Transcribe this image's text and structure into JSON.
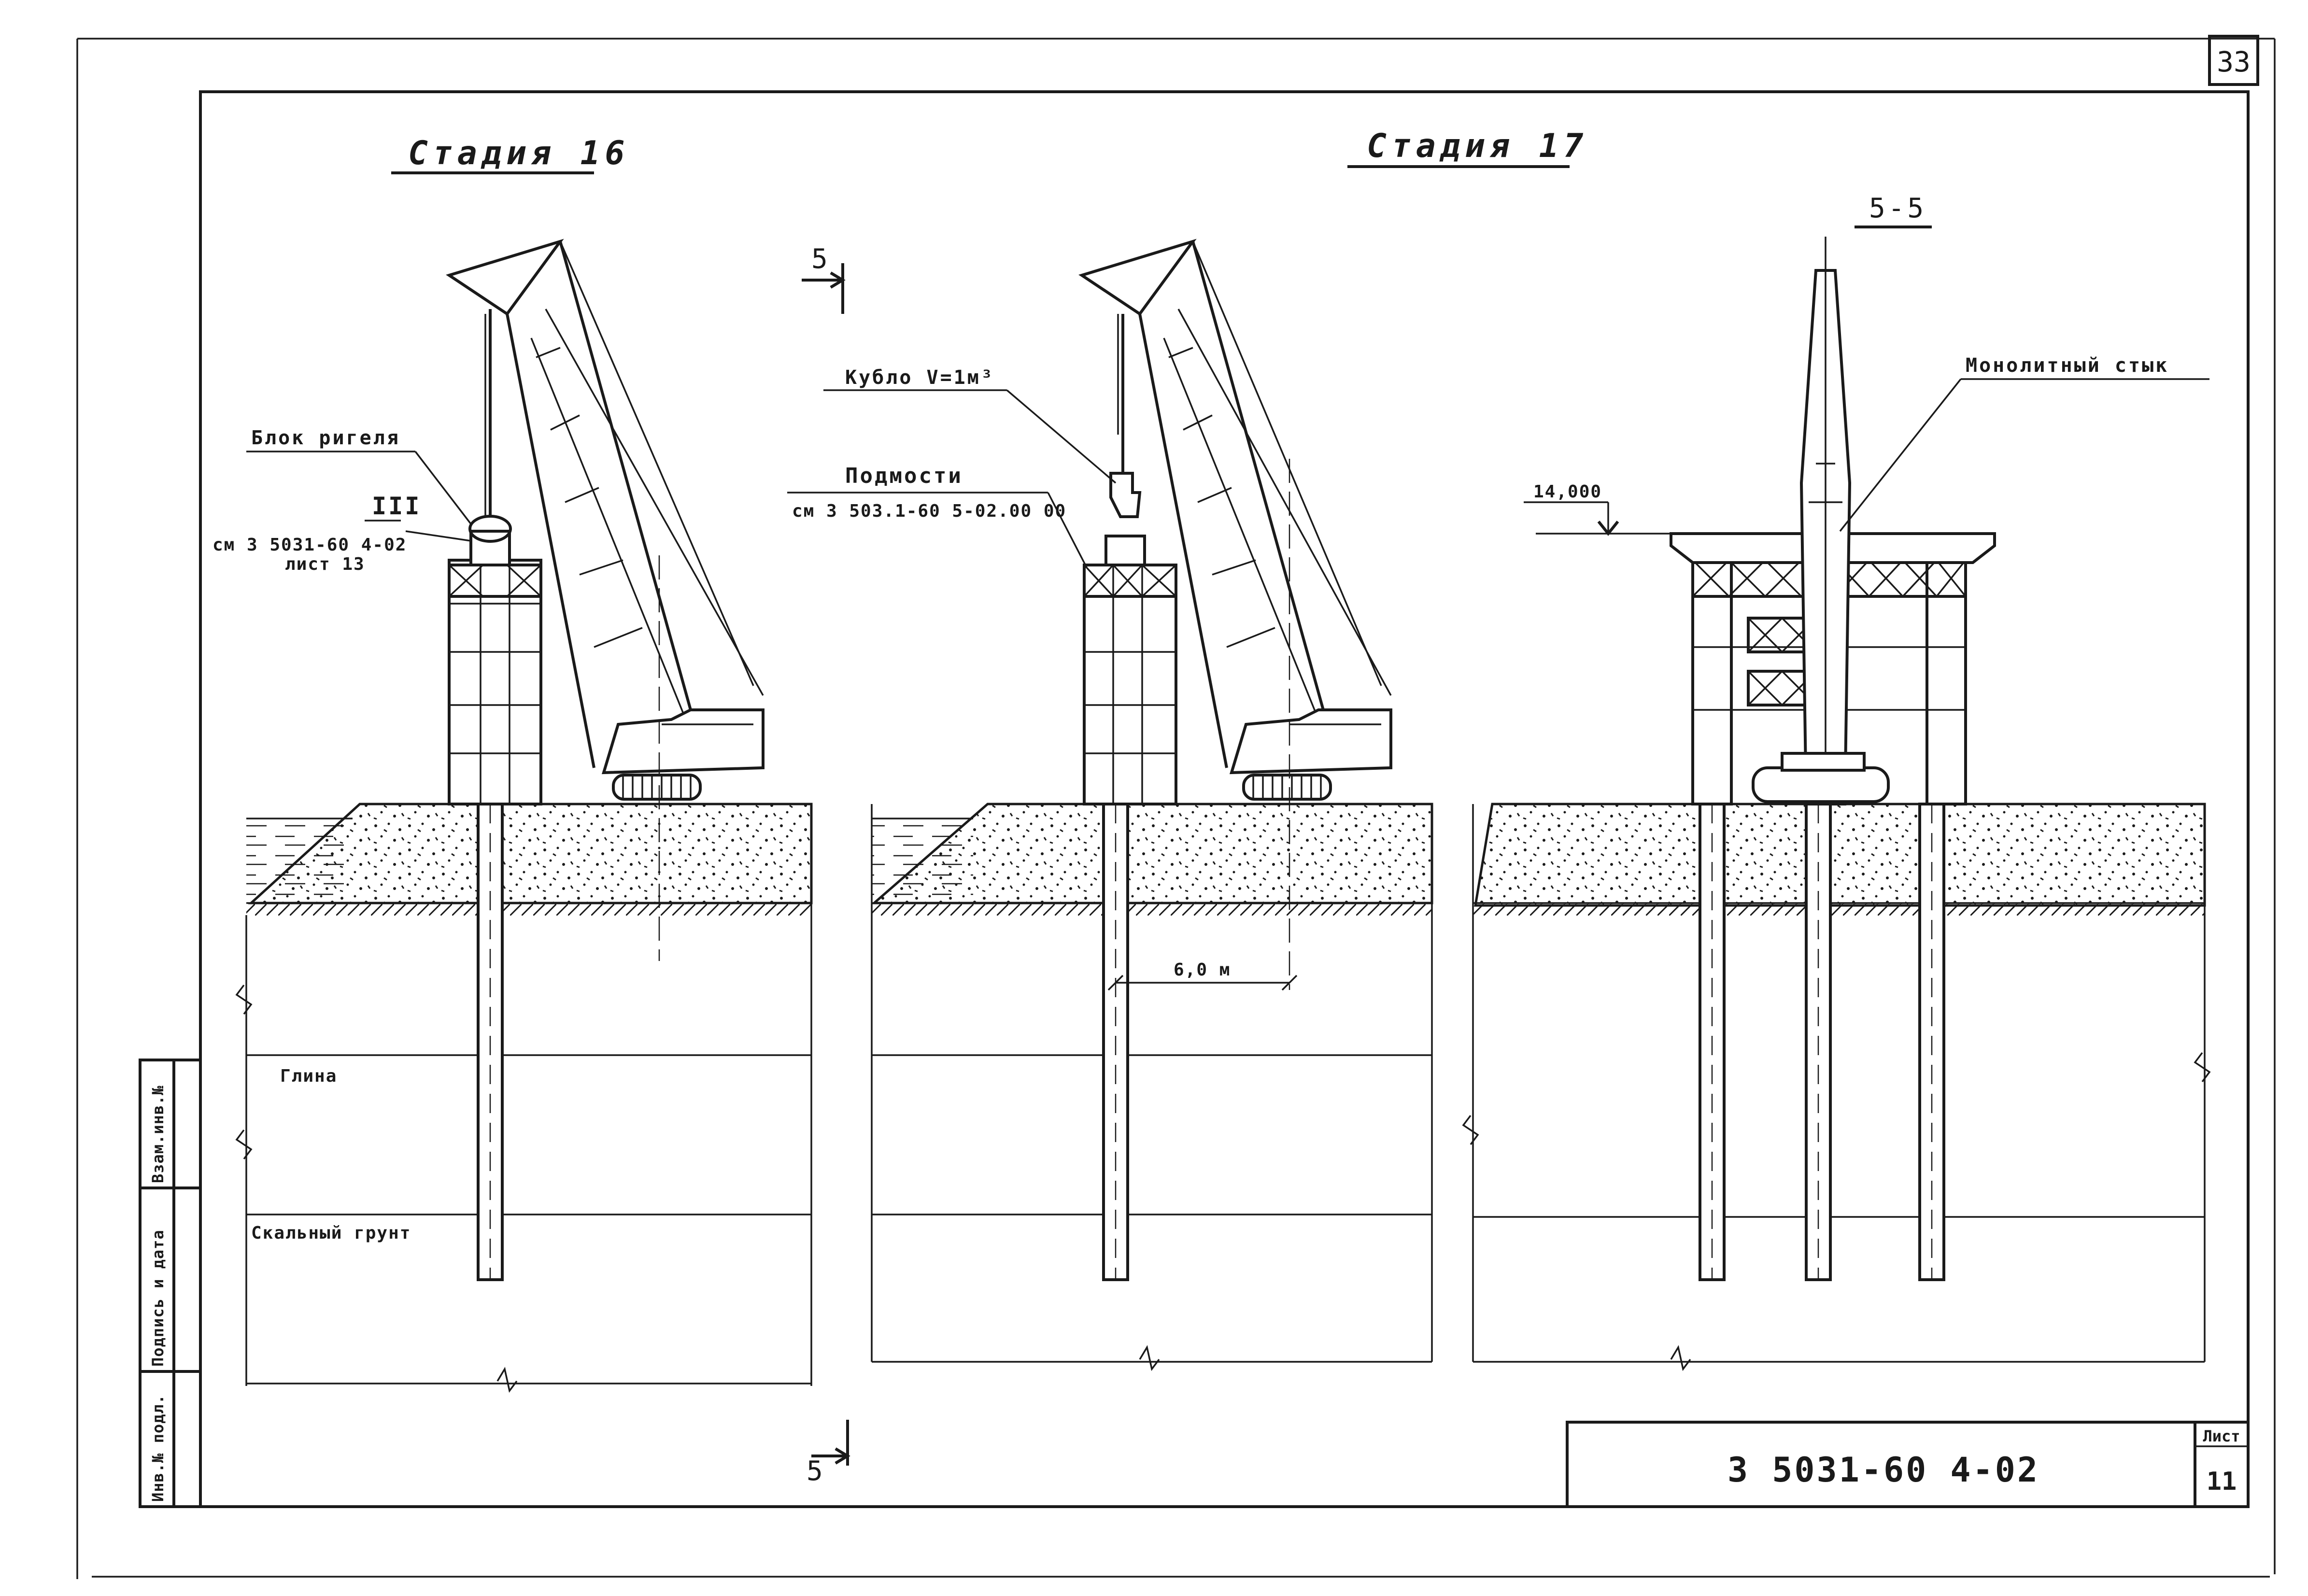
{
  "sheet": {
    "page_number": "33",
    "code": "3 5031-60 4-02",
    "sheet_label": "Лист",
    "sheet_number": "11"
  },
  "side_stamp": {
    "inv_orig": "Инв.№ подл.",
    "sign_date": "Подпись и дата",
    "replace_inv": "Взам.инв.№"
  },
  "stage16": {
    "title": "Стадия 16",
    "block_label": "Блок ригеля",
    "node_mark": "III",
    "ref_line1": "см 3 5031-60 4-02",
    "ref_line2": "лист 13"
  },
  "stage17": {
    "title": "Стадия 17",
    "bucket_label": "Кубло V=1м³",
    "scaffold_label": "Подмости",
    "scaffold_ref": "см 3 503.1-60 5-02.00 00",
    "dimension": "6,0 м"
  },
  "section55": {
    "title": "5-5",
    "joint_label": "Монолитный стык",
    "elevation": "14,000"
  },
  "section_marks": {
    "top": "5",
    "bottom": "5"
  },
  "soil_layers": {
    "clay": "Глина",
    "rock": "Скальный грунт"
  }
}
